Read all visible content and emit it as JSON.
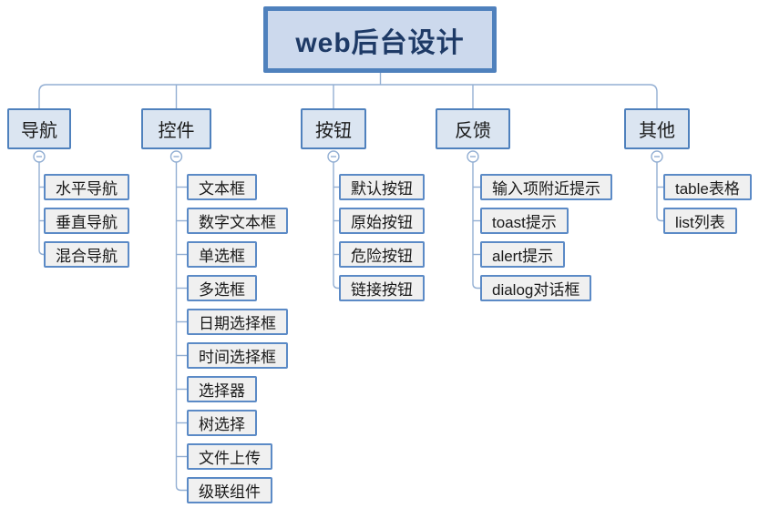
{
  "diagram": {
    "root": {
      "label": "web后台设计"
    },
    "branches": [
      {
        "label": "导航",
        "children": [
          "水平导航",
          "垂直导航",
          "混合导航"
        ]
      },
      {
        "label": "控件",
        "children": [
          "文本框",
          "数字文本框",
          "单选框",
          "多选框",
          "日期选择框",
          "时间选择框",
          "选择器",
          "树选择",
          "文件上传",
          "级联组件"
        ]
      },
      {
        "label": "按钮",
        "children": [
          "默认按钮",
          "原始按钮",
          "危险按钮",
          "链接按钮"
        ]
      },
      {
        "label": "反馈",
        "children": [
          "输入项附近提示",
          "toast提示",
          "alert提示",
          "dialog对话框"
        ]
      },
      {
        "label": "其他",
        "children": [
          "table表格",
          "list列表"
        ]
      }
    ],
    "icons": {
      "collapse": "minus-circle-icon"
    },
    "colors": {
      "root_fill": "#ccd9ed",
      "root_border": "#4f81bd",
      "root_text": "#1e3a66",
      "branch_fill": "#dbe5f1",
      "branch_border": "#4f81bd",
      "child_fill": "#f0f0f0",
      "child_border": "#5b8ac6",
      "node_text": "#1a1a1a",
      "connector": "#93afd3"
    }
  }
}
